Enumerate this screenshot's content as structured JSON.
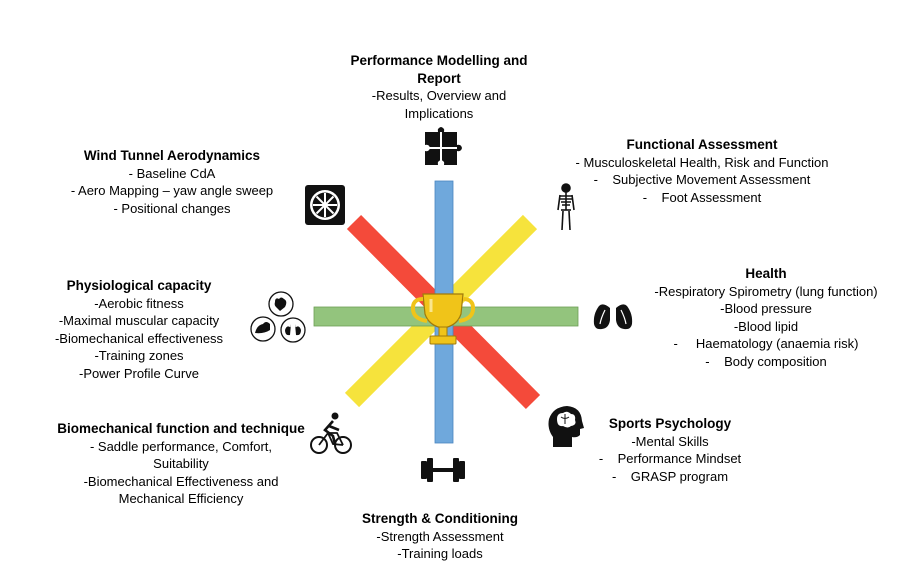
{
  "colors": {
    "vertical_bar": "#6fa8dc",
    "horizontal_bar": "#93c47d",
    "diagonal_red": "#f44a3a",
    "diagonal_yellow": "#f6e33c",
    "trophy": "#f0c419"
  },
  "center": {
    "icon": "trophy-icon"
  },
  "sections": [
    {
      "id": "performance",
      "icon": "puzzle-icon",
      "title_lines": [
        "Performance Modelling and",
        "Report"
      ],
      "lines": [
        "-Results, Overview and",
        "Implications"
      ]
    },
    {
      "id": "functional",
      "icon": "skeleton-icon",
      "title_lines": [
        "Functional Assessment"
      ],
      "lines": [
        "- Musculoskeletal Health, Risk and Function",
        "-    Subjective Movement Assessment",
        "-    Foot Assessment"
      ]
    },
    {
      "id": "health",
      "icon": "lungs-icon",
      "title_lines": [
        "Health"
      ],
      "lines": [
        "-Respiratory Spirometry (lung function)",
        "-Blood pressure",
        "-Blood lipid",
        "-     Haematology (anaemia risk)",
        "-    Body composition"
      ]
    },
    {
      "id": "psychology",
      "icon": "head-brain-icon",
      "title_lines": [
        "Sports Psychology"
      ],
      "lines": [
        "-Mental Skills",
        "-    Performance Mindset",
        "-    GRASP program"
      ]
    },
    {
      "id": "strength",
      "icon": "dumbbell-icon",
      "title_lines": [
        "Strength & Conditioning"
      ],
      "lines": [
        "-Strength Assessment",
        "-Training loads"
      ]
    },
    {
      "id": "biomech",
      "icon": "cyclist-icon",
      "title_lines": [
        "Biomechanical function and technique"
      ],
      "lines": [
        "- Saddle performance, Comfort,",
        "Suitability",
        "-Biomechanical Effectiveness and",
        "Mechanical Efficiency"
      ]
    },
    {
      "id": "physio",
      "icon": "heart-muscle-lungs-icon",
      "title_lines": [
        "Physiological capacity"
      ],
      "lines": [
        "-Aerobic fitness",
        "-Maximal muscular capacity",
        "-Biomechanical effectiveness",
        "-Training zones",
        "-Power Profile Curve"
      ]
    },
    {
      "id": "wind",
      "icon": "fan-icon",
      "title_lines": [
        "Wind Tunnel Aerodynamics"
      ],
      "lines": [
        "- Baseline CdA",
        "- Aero Mapping – yaw angle sweep",
        "- Positional changes"
      ]
    }
  ]
}
